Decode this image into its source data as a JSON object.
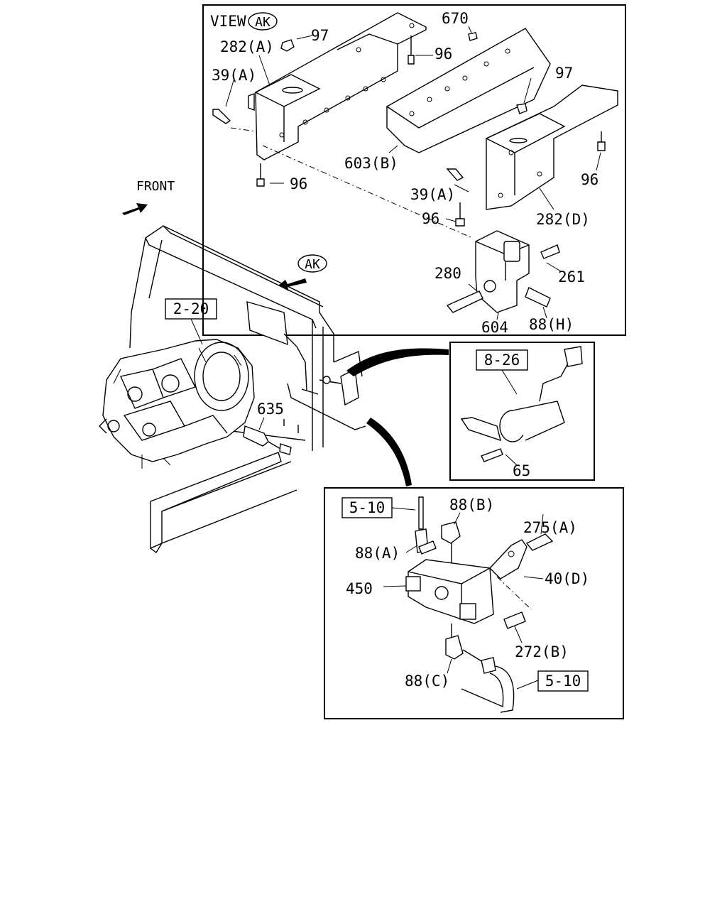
{
  "view": {
    "prefix": "VIEW",
    "tag": "AK",
    "parts": [
      "282(A)",
      "97",
      "670",
      "96",
      "39(A)",
      "97",
      "603(B)",
      "96",
      "39(A)",
      "96",
      "96",
      "282(D)",
      "280",
      "261",
      "604",
      "88(H)"
    ]
  },
  "main": {
    "front_label": "FRONT",
    "ak_tag": "AK",
    "ref_transmission": "2-20",
    "part_635": "635"
  },
  "detail_sensor": {
    "ref": "8-26",
    "part_65": "65"
  },
  "detail_valve": {
    "ref_top": "5-10",
    "ref_bottom": "5-10",
    "parts": [
      "88(B)",
      "275(A)",
      "88(A)",
      "40(D)",
      "450",
      "272(B)",
      "88(C)"
    ]
  }
}
